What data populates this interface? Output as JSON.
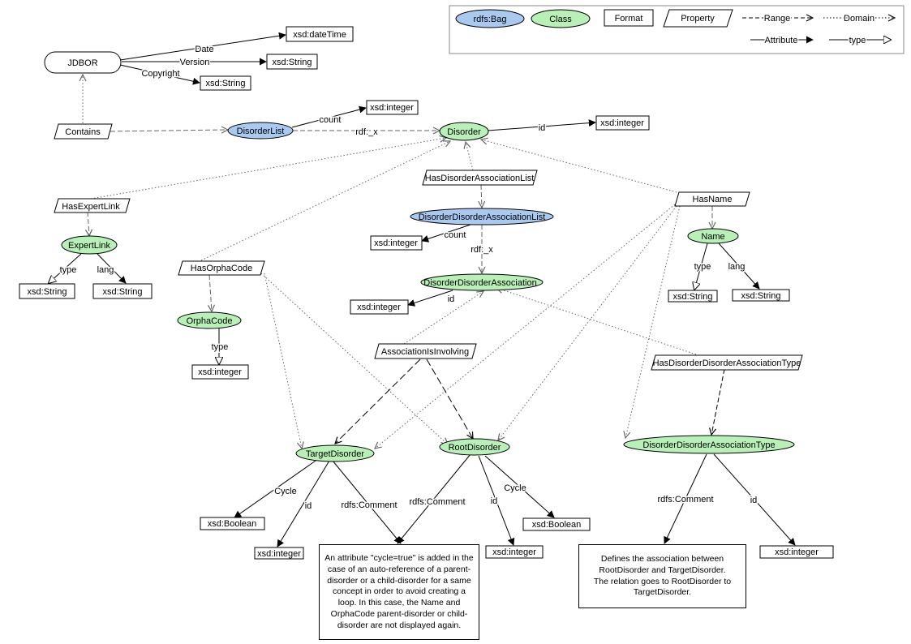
{
  "legend": {
    "bag": "rdfs:Bag",
    "class": "Class",
    "format": "Format",
    "property": "Property",
    "range": "Range",
    "domain": "Domain",
    "attribute": "Attribute",
    "type": "type"
  },
  "colors": {
    "bag_fill": "#a9c9f0",
    "class_fill": "#b8f0b8",
    "line": "#000000",
    "dotted": "#888888"
  },
  "nodes": {
    "jdbor": "JDBOR",
    "xsd_datetime": "xsd:dateTime",
    "xsd_string_version": "xsd:String",
    "xsd_string_copyright": "xsd:String",
    "contains": "Contains",
    "disorderlist": "DisorderList",
    "xsd_integer_count": "xsd:integer",
    "disorder": "Disorder",
    "xsd_integer_id": "xsd:integer",
    "hasdisorderassociationlist": "HasDisorderAssociationList",
    "hasexpertlink": "HasExpertLink",
    "hasname": "HasName",
    "ddalist": "DisorderDisorderAssociationList",
    "xsd_integer_count2": "xsd:integer",
    "expertlink": "ExpertLink",
    "name": "Name",
    "xsd_string_el_type": "xsd:String",
    "xsd_string_el_lang": "xsd:String",
    "hasorphacode": "HasOrphaCode",
    "dda": "DisorderDisorderAssociation",
    "xsd_string_name_type": "xsd:String",
    "xsd_string_name_lang": "xsd:String",
    "xsd_integer_dda_id": "xsd:integer",
    "orphacode": "OrphaCode",
    "associationisinvolving": "AssociationIsInvolving",
    "xsd_integer_orpha": "xsd:integer",
    "hasddatype": "HasDisorderDisorderAssociationType",
    "targetdisorder": "TargetDisorder",
    "rootdisorder": "RootDisorder",
    "ddatype": "DisorderDisorderAssociationType",
    "xsd_boolean_target": "xsd:Boolean",
    "xsd_boolean_root": "xsd:Boolean",
    "xsd_integer_target_id": "xsd:integer",
    "xsd_integer_root_id": "xsd:integer",
    "xsd_integer_type_id": "xsd:integer"
  },
  "edge_labels": {
    "date": "Date",
    "version": "Version",
    "copyright": "Copyright",
    "count1": "count",
    "rdf_x1": "rdf:_x",
    "id_disorder": "id",
    "count2": "count",
    "rdf_x2": "rdf:_x",
    "type_el": "type",
    "lang_el": "lang",
    "type_name": "type",
    "lang_name": "lang",
    "id_dda": "id",
    "type_orpha": "type",
    "cycle_target": "Cycle",
    "id_target": "id",
    "comment_target": "rdfs:Comment",
    "comment_root": "rdfs:Comment",
    "id_root": "id",
    "cycle_root": "Cycle",
    "comment_type": "rdfs:Comment",
    "id_type": "id"
  },
  "comments": {
    "cycle_note": "An attribute \"cycle=true\" is added in the case of an auto-reference of a parent-disorder or a child-disorder for a same concept in order to avoid creating a loop. In this case, the Name and OrphaCode parent-disorder or child-disorder are not displayed again.",
    "association_note": "Defines the association between RootDisorder and TargetDisorder. The relation goes to RootDisorder to TargetDisorder."
  }
}
